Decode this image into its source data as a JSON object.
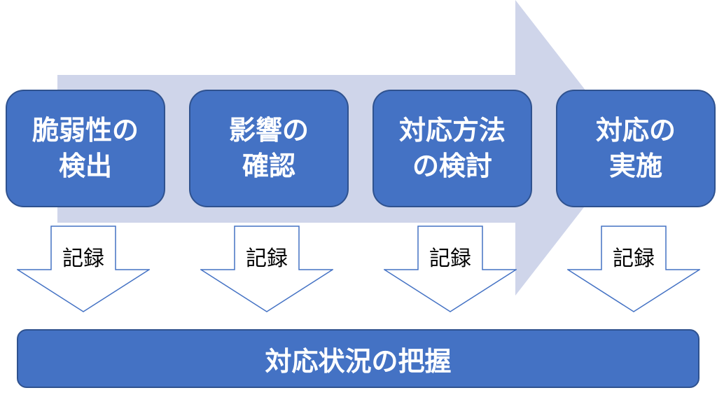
{
  "colors": {
    "box_fill": "#4472C4",
    "box_border": "#2F528F",
    "background_arrow": "#CFD5EA",
    "down_arrow_stroke": "#4472C4",
    "text_light": "#FFFFFF",
    "text_dark": "#000000"
  },
  "steps": [
    {
      "line1": "脆弱性の",
      "line2": "検出"
    },
    {
      "line1": "影響の",
      "line2": "確認"
    },
    {
      "line1": "対応方法",
      "line2": "の検討"
    },
    {
      "line1": "対応の",
      "line2": "実施"
    }
  ],
  "records": [
    "記録",
    "記録",
    "記録",
    "記録"
  ],
  "summary": "対応状況の把握"
}
